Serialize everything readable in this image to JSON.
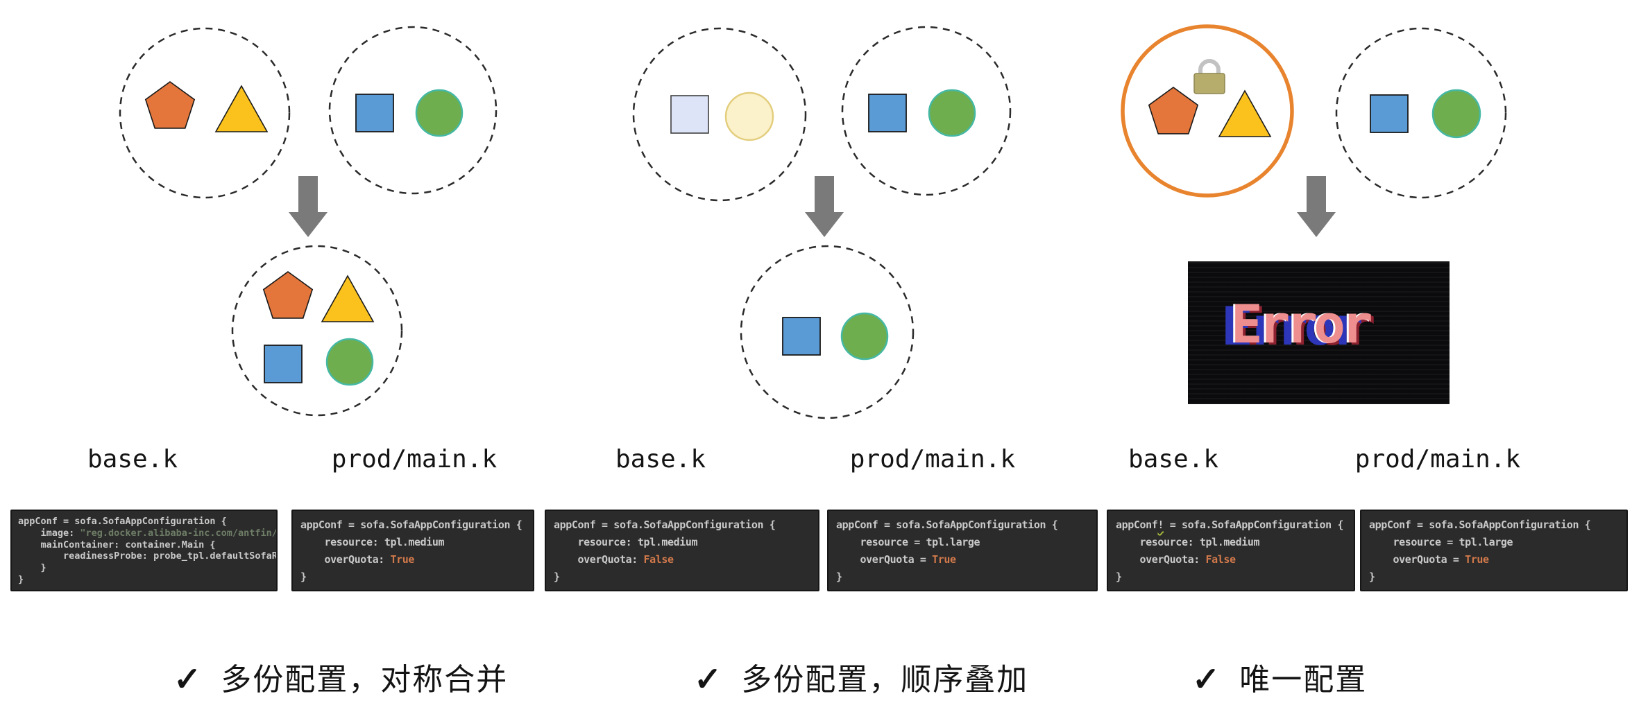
{
  "diagram": {
    "panels": [
      {
        "base_label": "base.k",
        "prod_label": "prod/main.k",
        "check": "✓",
        "caption": "多份配置，对称合并"
      },
      {
        "base_label": "base.k",
        "prod_label": "prod/main.k",
        "check": "✓",
        "caption": "多份配置，顺序叠加"
      },
      {
        "base_label": "base.k",
        "prod_label": "prod/main.k",
        "check": "✓",
        "caption": "唯一配置"
      }
    ],
    "error_label": "Error"
  },
  "code_blocks": [
    {
      "lines": [
        [
          {
            "t": "appConf = sofa.SofaAppConfiguration {",
            "c": "plain"
          }
        ],
        [
          {
            "t": "    image: ",
            "c": "plain"
          },
          {
            "t": "\"reg.docker.alibaba-inc.com/antfin/opsfre",
            "c": "string"
          }
        ],
        [
          {
            "t": "    mainContainer: container.Main {",
            "c": "plain"
          }
        ],
        [
          {
            "t": "        readinessProbe: probe_tpl.defaultSofaReadines",
            "c": "plain"
          }
        ],
        [
          {
            "t": "    }",
            "c": "plain"
          }
        ],
        [
          {
            "t": "}",
            "c": "plain"
          }
        ]
      ]
    },
    {
      "lines": [
        [
          {
            "t": "appConf = sofa.SofaAppConfiguration {",
            "c": "plain"
          }
        ],
        [
          {
            "t": "    resource: tpl.medium",
            "c": "plain"
          }
        ],
        [
          {
            "t": "    overQuota: ",
            "c": "plain"
          },
          {
            "t": "True",
            "c": "accent"
          }
        ],
        [
          {
            "t": "}",
            "c": "plain"
          }
        ]
      ]
    },
    {
      "lines": [
        [
          {
            "t": "appConf = sofa.SofaAppConfiguration {",
            "c": "plain"
          }
        ],
        [
          {
            "t": "    resource: tpl.medium",
            "c": "plain"
          }
        ],
        [
          {
            "t": "    overQuota: ",
            "c": "plain"
          },
          {
            "t": "False",
            "c": "accent"
          }
        ],
        [
          {
            "t": "}",
            "c": "plain"
          }
        ]
      ]
    },
    {
      "lines": [
        [
          {
            "t": "appConf = sofa.SofaAppConfiguration {",
            "c": "plain"
          }
        ],
        [
          {
            "t": "    resource = tpl.large",
            "c": "plain"
          }
        ],
        [
          {
            "t": "    overQuota = ",
            "c": "plain"
          },
          {
            "t": "True",
            "c": "accent"
          }
        ],
        [
          {
            "t": "}",
            "c": "plain"
          }
        ]
      ]
    },
    {
      "lines": [
        [
          {
            "t": "appConf",
            "c": "plain"
          },
          {
            "t": "!",
            "c": "bang"
          },
          {
            "t": " = sofa.SofaAppConfiguration {",
            "c": "plain"
          }
        ],
        [
          {
            "t": "    resource: tpl.medium",
            "c": "plain"
          }
        ],
        [
          {
            "t": "    overQuota: ",
            "c": "plain"
          },
          {
            "t": "False",
            "c": "accent"
          }
        ],
        [
          {
            "t": "}",
            "c": "plain"
          }
        ]
      ]
    },
    {
      "lines": [
        [
          {
            "t": "appConf = sofa.SofaAppConfiguration {",
            "c": "plain"
          }
        ],
        [
          {
            "t": "    resource = tpl.large",
            "c": "plain"
          }
        ],
        [
          {
            "t": "    overQuota = ",
            "c": "plain"
          },
          {
            "t": "True",
            "c": "accent"
          }
        ],
        [
          {
            "t": "}",
            "c": "plain"
          }
        ]
      ]
    }
  ],
  "colors": {
    "pentagon": "#E4763B",
    "triangle": "#FBC21D",
    "square": "#5B9BD5",
    "circle_green": "#6FAE4E",
    "circle_green_stroke": "#45B8A4",
    "faded_square": "#DEE4F7",
    "faded_circle": "#FBF2CC",
    "faded_circle_stroke": "#E3CE7E",
    "locked_ring": "#E8832E",
    "arrow": "#7A7A7A",
    "dashed_stroke": "#2B2B2B",
    "code_bg": "#2B2B2B",
    "code_text": "#C9C9C9",
    "code_accent": "#D2794B",
    "code_string": "#6E7D66",
    "error_pink": "#EF8E8E",
    "error_blue": "#2D35B8"
  }
}
